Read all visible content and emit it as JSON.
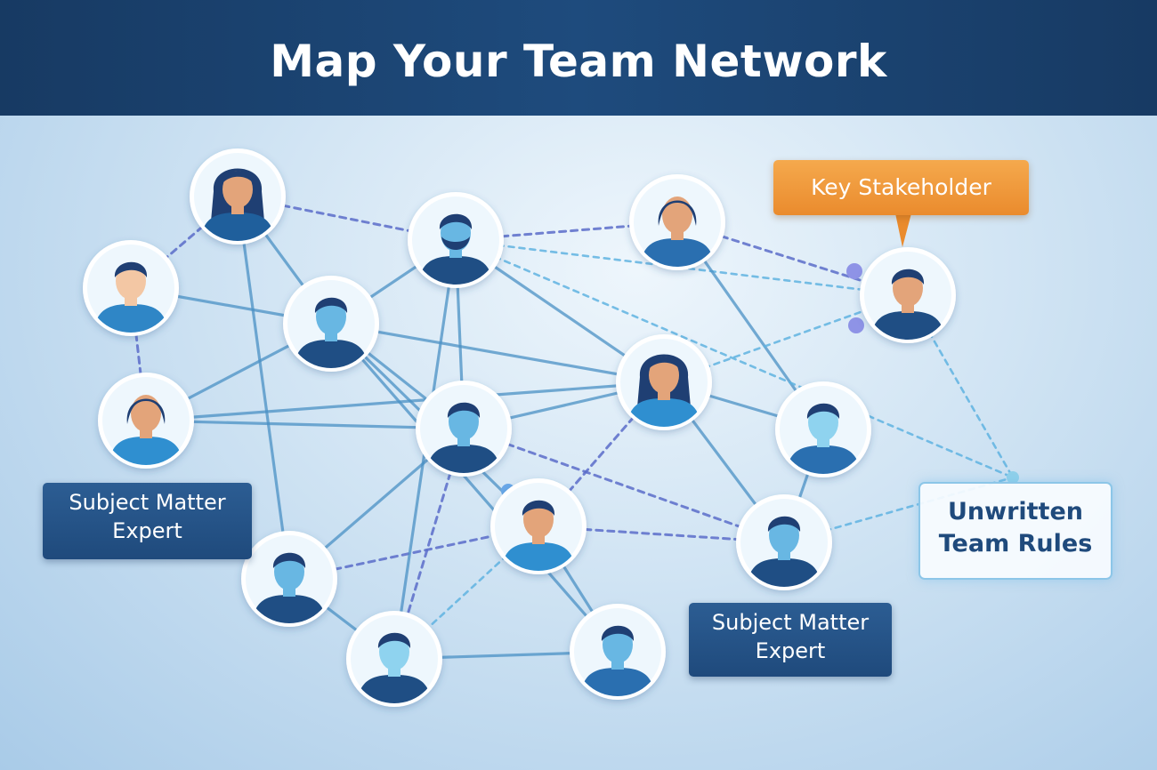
{
  "header": {
    "title": "Map Your Team Network"
  },
  "labels": {
    "sme_left": {
      "line1": "Subject Matter",
      "line2": "Expert"
    },
    "sme_bottom": {
      "line1": "Subject Matter",
      "line2": "Expert"
    },
    "key_stakeholder": "Key Stakeholder",
    "unwritten_rules": {
      "line1": "Unwritten",
      "line2": "Team Rules"
    }
  },
  "colors": {
    "header_bg": "#1e4b7d",
    "solid_link": "#4a90c4",
    "dashed_link": "#5b6cc9",
    "light_dashed_link": "#5fb3e0",
    "avatar_dark": "#1f4e84",
    "avatar_mid": "#2f7fc1",
    "avatar_light": "#5fb4df",
    "stakeholder_orange": "#ef9737"
  },
  "people": [
    {
      "id": "p1",
      "hair": "long",
      "skin": "tan",
      "shirt": "#1f5f9c"
    },
    {
      "id": "p2",
      "hair": "short",
      "skin": "light",
      "shirt": "#2f86c6"
    },
    {
      "id": "p3",
      "hair": "beard",
      "skin": "blue",
      "shirt": "#1f4e84"
    },
    {
      "id": "p4",
      "hair": "bob",
      "skin": "tan",
      "shirt": "#2a6fb0"
    },
    {
      "id": "p5",
      "hair": "short",
      "skin": "tan",
      "shirt": "#1f4e84"
    },
    {
      "id": "p6",
      "hair": "short",
      "skin": "blue",
      "shirt": "#1f4e84"
    },
    {
      "id": "p7",
      "hair": "curly",
      "skin": "tan",
      "shirt": "#2f8fd0"
    },
    {
      "id": "p8",
      "hair": "long",
      "skin": "tan",
      "shirt": "#2f8fd0"
    },
    {
      "id": "p9",
      "hair": "short",
      "skin": "blue",
      "shirt": "#1f4e84"
    },
    {
      "id": "p10",
      "hair": "short",
      "skin": "lightblue",
      "shirt": "#2a6fb0"
    },
    {
      "id": "p11",
      "hair": "short",
      "skin": "tan",
      "shirt": "#2f8fd0"
    },
    {
      "id": "p12",
      "hair": "short",
      "skin": "blue",
      "shirt": "#1f4e84"
    },
    {
      "id": "p13",
      "hair": "short",
      "skin": "blue",
      "shirt": "#1f4e84"
    },
    {
      "id": "p14",
      "hair": "short",
      "skin": "lightblue",
      "shirt": "#1f4e84"
    },
    {
      "id": "p15",
      "hair": "short",
      "skin": "blue",
      "shirt": "#2a6fb0"
    }
  ],
  "links": [
    {
      "from": "p1",
      "to": "p3",
      "style": "dashed"
    },
    {
      "from": "p1",
      "to": "p2",
      "style": "dashed"
    },
    {
      "from": "p1",
      "to": "p6",
      "style": "solid"
    },
    {
      "from": "p1",
      "to": "p13",
      "style": "solid"
    },
    {
      "from": "p2",
      "to": "p6",
      "style": "solid"
    },
    {
      "from": "p2",
      "to": "p7",
      "style": "dashed"
    },
    {
      "from": "p3",
      "to": "p4",
      "style": "dashed"
    },
    {
      "from": "p3",
      "to": "p6",
      "style": "solid"
    },
    {
      "from": "p3",
      "to": "p9",
      "style": "solid"
    },
    {
      "from": "p3",
      "to": "p8",
      "style": "solid"
    },
    {
      "from": "p3",
      "to": "p5",
      "style": "lightdashed"
    },
    {
      "from": "p4",
      "to": "p5",
      "style": "dashed"
    },
    {
      "from": "p4",
      "to": "p10",
      "style": "solid"
    },
    {
      "from": "p6",
      "to": "p8",
      "style": "solid"
    },
    {
      "from": "p6",
      "to": "p7",
      "style": "solid"
    },
    {
      "from": "p6",
      "to": "p9",
      "style": "solid"
    },
    {
      "from": "p6",
      "to": "p11",
      "style": "solid"
    },
    {
      "from": "p6",
      "to": "p15",
      "style": "solid"
    },
    {
      "from": "p7",
      "to": "p9",
      "style": "solid"
    },
    {
      "from": "p7",
      "to": "p8",
      "style": "solid"
    },
    {
      "from": "p8",
      "to": "p9",
      "style": "solid"
    },
    {
      "from": "p8",
      "to": "p10",
      "style": "solid"
    },
    {
      "from": "p8",
      "to": "p11",
      "style": "dashed"
    },
    {
      "from": "p8",
      "to": "p12",
      "style": "solid"
    },
    {
      "from": "p8",
      "to": "p5",
      "style": "lightdashed"
    },
    {
      "from": "p9",
      "to": "p12",
      "style": "dashed"
    },
    {
      "from": "p9",
      "to": "p13",
      "style": "solid"
    },
    {
      "from": "p9",
      "to": "p14",
      "style": "dashed"
    },
    {
      "from": "p10",
      "to": "p12",
      "style": "solid"
    },
    {
      "from": "p11",
      "to": "p12",
      "style": "dashed"
    },
    {
      "from": "p11",
      "to": "p14",
      "style": "lightdashed"
    },
    {
      "from": "p11",
      "to": "p15",
      "style": "solid"
    },
    {
      "from": "p13",
      "to": "p11",
      "style": "dashed"
    },
    {
      "from": "p13",
      "to": "p14",
      "style": "solid"
    },
    {
      "from": "p14",
      "to": "p15",
      "style": "solid"
    },
    {
      "from": "p3",
      "to": "p14",
      "style": "solid"
    },
    {
      "from": "p5",
      "to": "rules",
      "style": "lightdashed"
    },
    {
      "from": "p12",
      "to": "rules",
      "style": "lightdashed"
    },
    {
      "from": "p3",
      "to": "rules",
      "style": "lightdashed"
    }
  ]
}
